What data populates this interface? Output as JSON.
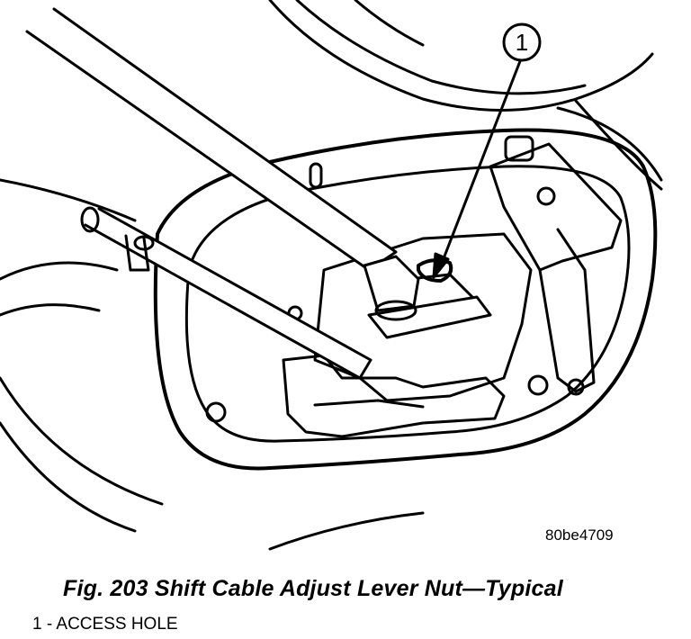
{
  "figure": {
    "callout_number": "1",
    "figure_code": "80be4709",
    "caption": "Fig. 203 Shift Cable Adjust Lever Nut—Typical",
    "legend": [
      {
        "label": "1 - ACCESS HOLE"
      }
    ]
  }
}
